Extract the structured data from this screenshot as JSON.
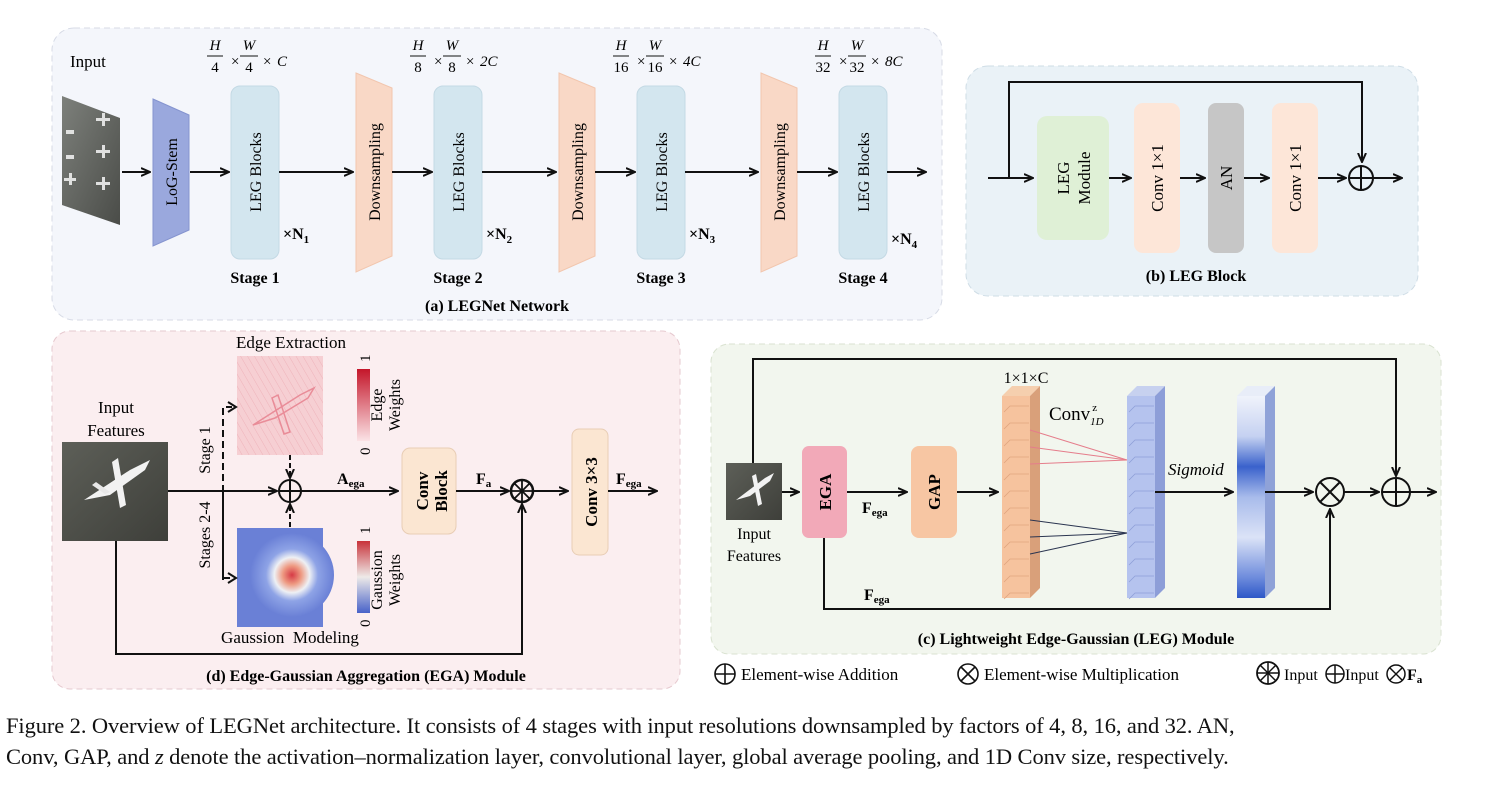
{
  "panel_a": {
    "title": "(a) LEGNet Network",
    "input_label": "Input",
    "stem_label": "LoG-Stem",
    "downsampling_label": "Downsampling",
    "stages": [
      {
        "block_label": "LEG Blocks",
        "repeat": "×N",
        "repeat_sub": "1",
        "stage_label": "Stage 1",
        "dims": {
          "h": "H",
          "h_den": "4",
          "w": "W",
          "w_den": "4",
          "c": "C"
        }
      },
      {
        "block_label": "LEG Blocks",
        "repeat": "×N",
        "repeat_sub": "2",
        "stage_label": "Stage 2",
        "dims": {
          "h": "H",
          "h_den": "8",
          "w": "W",
          "w_den": "8",
          "c": "2C"
        }
      },
      {
        "block_label": "LEG Blocks",
        "repeat": "×N",
        "repeat_sub": "3",
        "stage_label": "Stage 3",
        "dims": {
          "h": "H",
          "h_den": "16",
          "w": "W",
          "w_den": "16",
          "c": "4C"
        }
      },
      {
        "block_label": "LEG Blocks",
        "repeat": "×N",
        "repeat_sub": "4",
        "stage_label": "Stage 4",
        "dims": {
          "h": "H",
          "h_den": "32",
          "w": "W",
          "w_den": "32",
          "c": "8C"
        }
      }
    ]
  },
  "panel_b": {
    "title": "(b) LEG Block",
    "leg_module_line1": "LEG",
    "leg_module_line2": "Module",
    "conv1_label": "Conv 1×1",
    "an_label": "AN",
    "conv2_label": "Conv 1×1"
  },
  "panel_c": {
    "title": "(c) Lightweight Edge-Gaussian (LEG) Module",
    "input_line1": "Input",
    "input_line2": "Features",
    "ega_label": "EGA",
    "gap_label": "GAP",
    "f_ega": "F",
    "f_ega_sub": "ega",
    "channel_dim": "1×1×C",
    "conv1d": "Conv",
    "conv1d_sup": "z",
    "conv1d_sub": "1D",
    "sigmoid": "Sigmoid"
  },
  "panel_d": {
    "title": "(d) Edge-Gaussian Aggregation (EGA) Module",
    "input_line1": "Input",
    "input_line2": "Features",
    "edge_title": "Edge Extraction",
    "edge_cbar_top": "1",
    "edge_cbar_bottom": "0",
    "edge_cbar_label1": "Edge",
    "edge_cbar_label2": "Weights",
    "gauss_title": "Gaussion  Modeling",
    "gauss_cbar_top": "1",
    "gauss_cbar_bottom": "0",
    "gauss_cbar_label1": "Gaussion",
    "gauss_cbar_label2": "Weights",
    "stage1": "Stage 1",
    "stages24": "Stages 2-4",
    "a_ega": "A",
    "a_ega_sub": "ega",
    "conv_block_line1": "Conv",
    "conv_block_line2": "Block",
    "f_a": "F",
    "f_a_sub": "a",
    "conv3": "Conv 3×3",
    "f_ega": "F",
    "f_ega_sub": "ega"
  },
  "legend": {
    "addition": "Element-wise Addition",
    "multiplication": "Element-wise Multiplication",
    "combo_input1": "Input",
    "combo_input2": "Input",
    "combo_f": "F",
    "combo_f_sub": "a"
  },
  "caption": {
    "line1": "Figure 2. Overview of LEGNet architecture. It consists of 4 stages with input resolutions downsampled by factors of 4, 8, 16, and 32. AN,",
    "line2_pre": "Conv, GAP, and ",
    "line2_var": "z",
    "line2_post": " denote the activation–normalization layer, convolutional layer, global average pooling, and 1D Conv size, respectively."
  },
  "colors": {
    "panel_a_bg": "#f4f6fb",
    "panel_b_bg": "#eaf2f7",
    "panel_c_bg": "#f2f6ee",
    "panel_d_bg": "#fbeef0",
    "stem": "#9aa8dd",
    "leg_block": "#d3e6ef",
    "downsampling": "#f9d8c6",
    "leg_module": "#dff0d6",
    "conv_peach": "#fde6d8",
    "an_gray": "#c6c6c6",
    "ega_pink": "#f2a9b8",
    "gap_orange": "#f7c6a3",
    "conv_block": "#fbe6d2"
  }
}
